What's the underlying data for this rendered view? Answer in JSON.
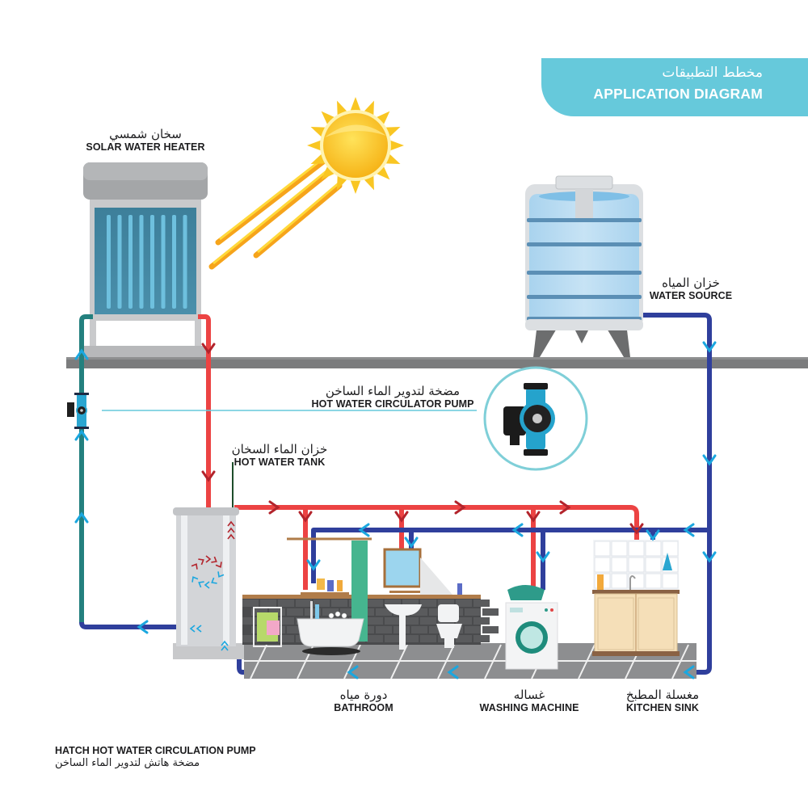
{
  "header": {
    "title_ar": "مخطط التطبيقات",
    "title_en": "APPLICATION DIAGRAM",
    "banner_color": "#66c9db"
  },
  "labels": {
    "solar_heater": {
      "ar": "سخان شمسي",
      "en": "SOLAR WATER HEATER"
    },
    "water_source": {
      "ar": "خزان المياه",
      "en": "WATER SOURCE"
    },
    "circulator_pump": {
      "ar": "مضخة لتدوير الماء الساخن",
      "en": "HOT WATER CIRCULATOR PUMP"
    },
    "hot_water_tank": {
      "ar": "خزان الماء السخان",
      "en": "HOT WATER TANK"
    },
    "bathroom": {
      "ar": "دورة مياه",
      "en": "BATHROOM"
    },
    "washing_machine": {
      "ar": "غساله",
      "en": "WASHING MACHINE"
    },
    "kitchen_sink": {
      "ar": "مغسلة المطبخ",
      "en": "KITCHEN SINK"
    }
  },
  "footer": {
    "en": "HATCH HOT WATER CIRCULATION PUMP",
    "ar": "مضخة هاتش لتدوير الماء الساخن"
  },
  "colors": {
    "hot_pipe": "#ec4343",
    "cold_pipe": "#2f3f9c",
    "return_pipe": "#23807e",
    "arrow_cold": "#1ba7df",
    "arrow_hot": "#b3242c",
    "roof": "#7b7c7d",
    "accent": "#66c9db"
  }
}
